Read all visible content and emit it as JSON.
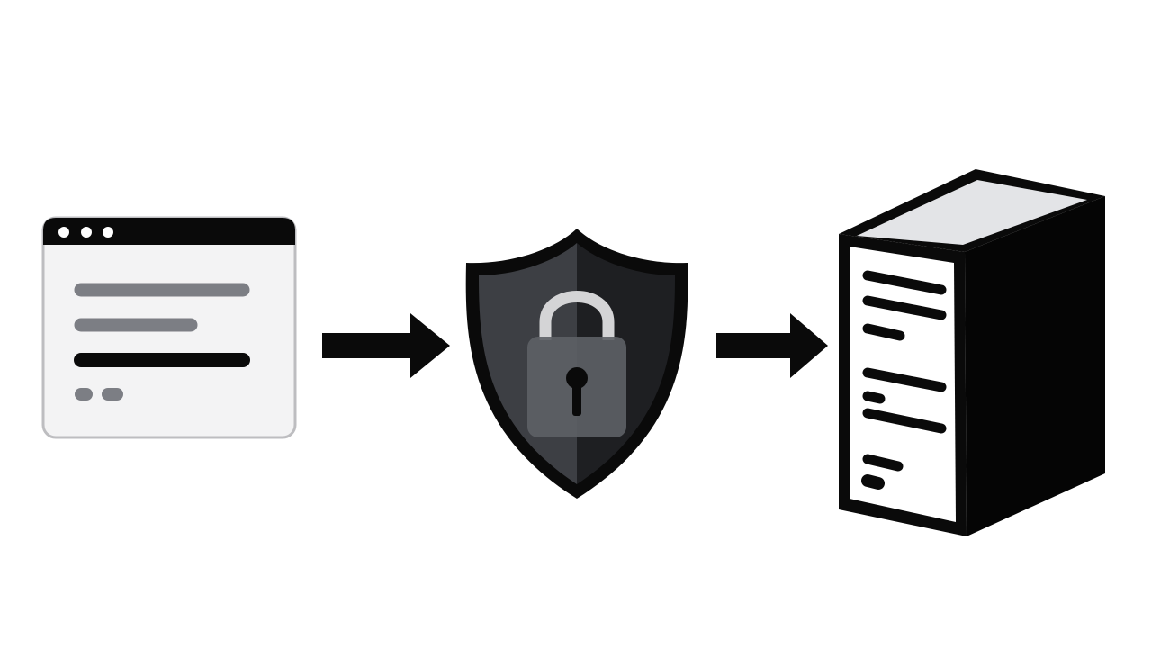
{
  "diagram": {
    "nodes": [
      {
        "id": "client",
        "icon": "browser-window-icon",
        "lines": [
          "muted",
          "muted",
          "dark",
          "short-pills"
        ]
      },
      {
        "id": "security",
        "icon": "shield-lock-icon"
      },
      {
        "id": "server",
        "icon": "server-tower-icon",
        "lines": [
          "long",
          "long",
          "short",
          "long",
          "long",
          "short",
          "short"
        ]
      }
    ],
    "edges": [
      {
        "from": "client",
        "to": "security",
        "icon": "arrow-right-icon"
      },
      {
        "from": "security",
        "to": "server",
        "icon": "arrow-right-icon"
      }
    ]
  },
  "colors": {
    "background": "#ffffff",
    "ink": "#0a0a0a",
    "window_body": "#f3f3f4",
    "window_border": "#bdbdc0",
    "muted_line": "#7c7e84",
    "shield_light": "#3d3f44",
    "shield_dark": "#1e1f22",
    "lock_body": "#5d6066",
    "lock_shackle": "#d4d4d6",
    "server_top": "#e3e4e7",
    "server_front": "#ffffff",
    "server_side": "#050505"
  }
}
